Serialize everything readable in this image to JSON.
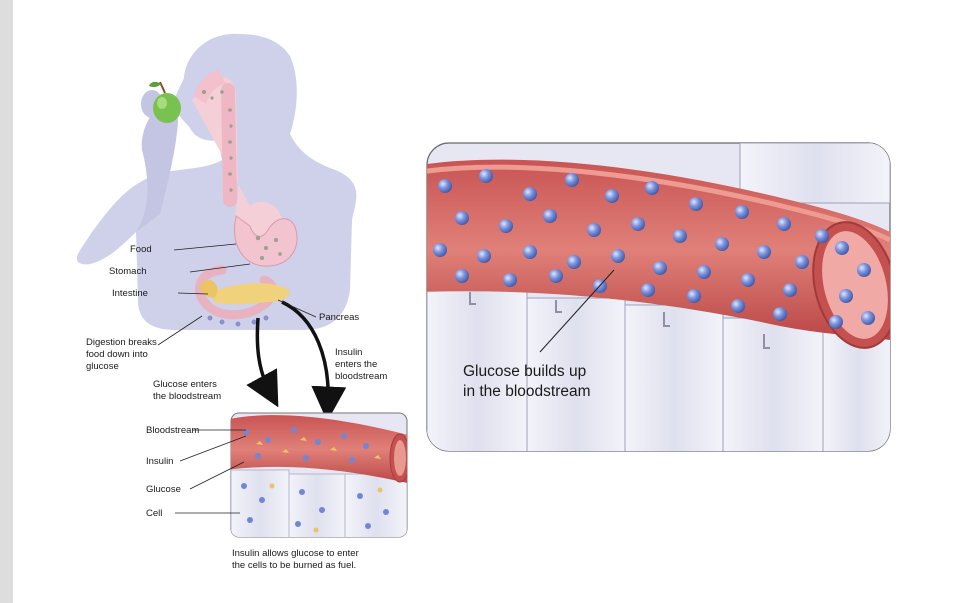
{
  "labels": {
    "food": "Food",
    "stomach": "Stomach",
    "intestine": "Intestine",
    "pancreas": "Pancreas",
    "digestion_l1": "Digestion breaks",
    "digestion_l2": "food down into",
    "digestion_l3": "glucose",
    "glucose_enters_l1": "Glucose enters",
    "glucose_enters_l2": "the bloodstream",
    "insulin_enters_l1": "Insulin",
    "insulin_enters_l2": "enters the",
    "insulin_enters_l3": "bloodstream",
    "bloodstream": "Bloodstream",
    "insulin": "Insulin",
    "glucose": "Glucose",
    "cell": "Cell",
    "caption_l1": "Insulin allows glucose to enter",
    "caption_l2": "the cells to be burned as fuel.",
    "builds_l1": "Glucose builds up",
    "builds_l2": "in the bloodstream"
  },
  "colors": {
    "body": "#cfd0ea",
    "digestive": "#f4cfd8",
    "vessel": "#d86a6a",
    "vessel_dark": "#b84848",
    "vessel_inner": "#f0a9a4",
    "glucose_dot": "#6f87d6",
    "insulin_dot": "#e9c36a",
    "cell_bg": "#e6e7f2",
    "apple": "#79c24f",
    "pancreas": "#f1d27c"
  }
}
